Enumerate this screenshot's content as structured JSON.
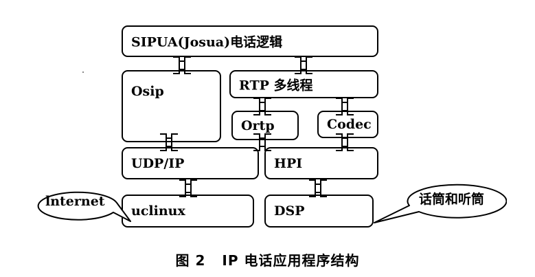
{
  "diagram": {
    "boxes": {
      "sipua": "SIPUA(Josua)电话逻辑",
      "osip": "Osip",
      "rtp": "RTP 多线程",
      "ortp": "Ortp",
      "codec": "Codec",
      "udpip": "UDP/IP",
      "hpi": "HPI",
      "uclinux": "uclinux",
      "dsp": "DSP"
    },
    "callouts": {
      "internet": "lnternet",
      "handset": "话筒和听筒"
    }
  },
  "caption": {
    "figure": "图 2",
    "title": "IP 电话应用程序结构"
  }
}
